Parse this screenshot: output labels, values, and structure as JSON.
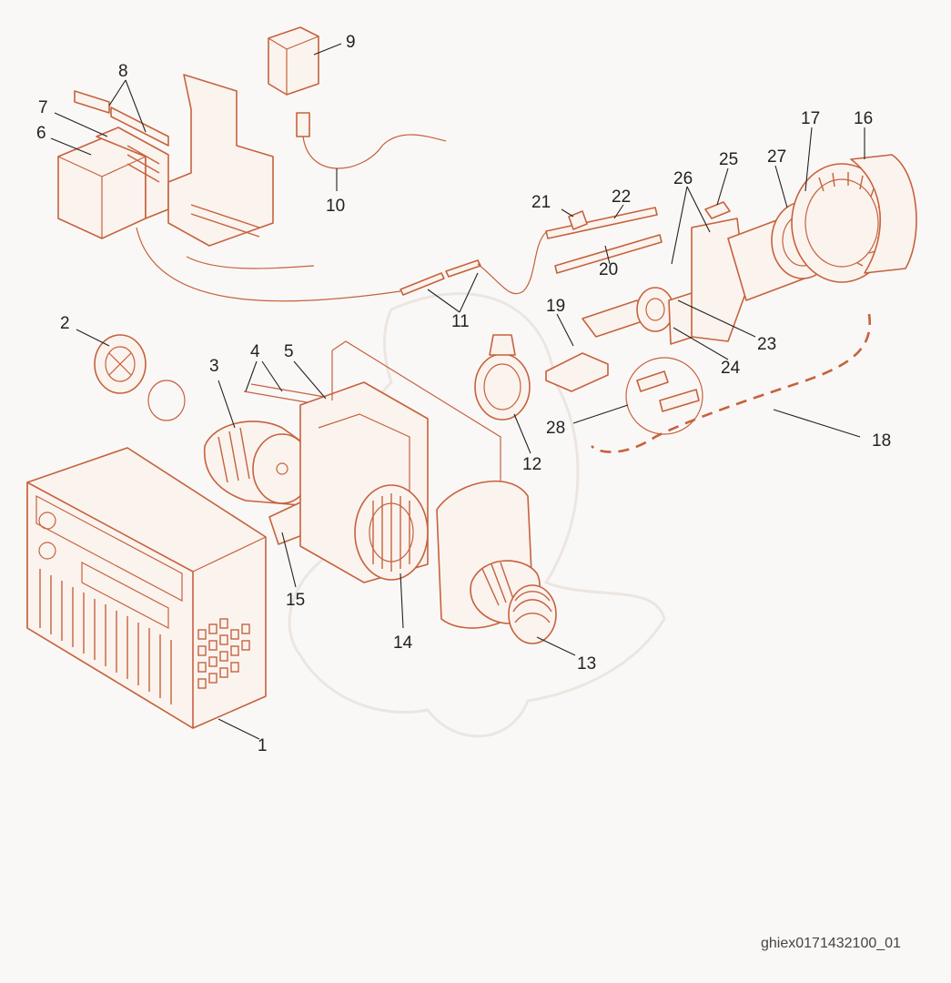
{
  "diagram": {
    "type": "exploded-parts-view",
    "line_color": "#c5623d",
    "label_color": "#222222",
    "background": "#faf8f6",
    "callouts": [
      "1",
      "2",
      "3",
      "4",
      "5",
      "6",
      "7",
      "8",
      "9",
      "10",
      "11",
      "12",
      "13",
      "14",
      "15",
      "16",
      "17",
      "18",
      "19",
      "20",
      "21",
      "22",
      "23",
      "24",
      "25",
      "26",
      "27",
      "28"
    ],
    "reference_code": "ghiex0171432100_01"
  }
}
